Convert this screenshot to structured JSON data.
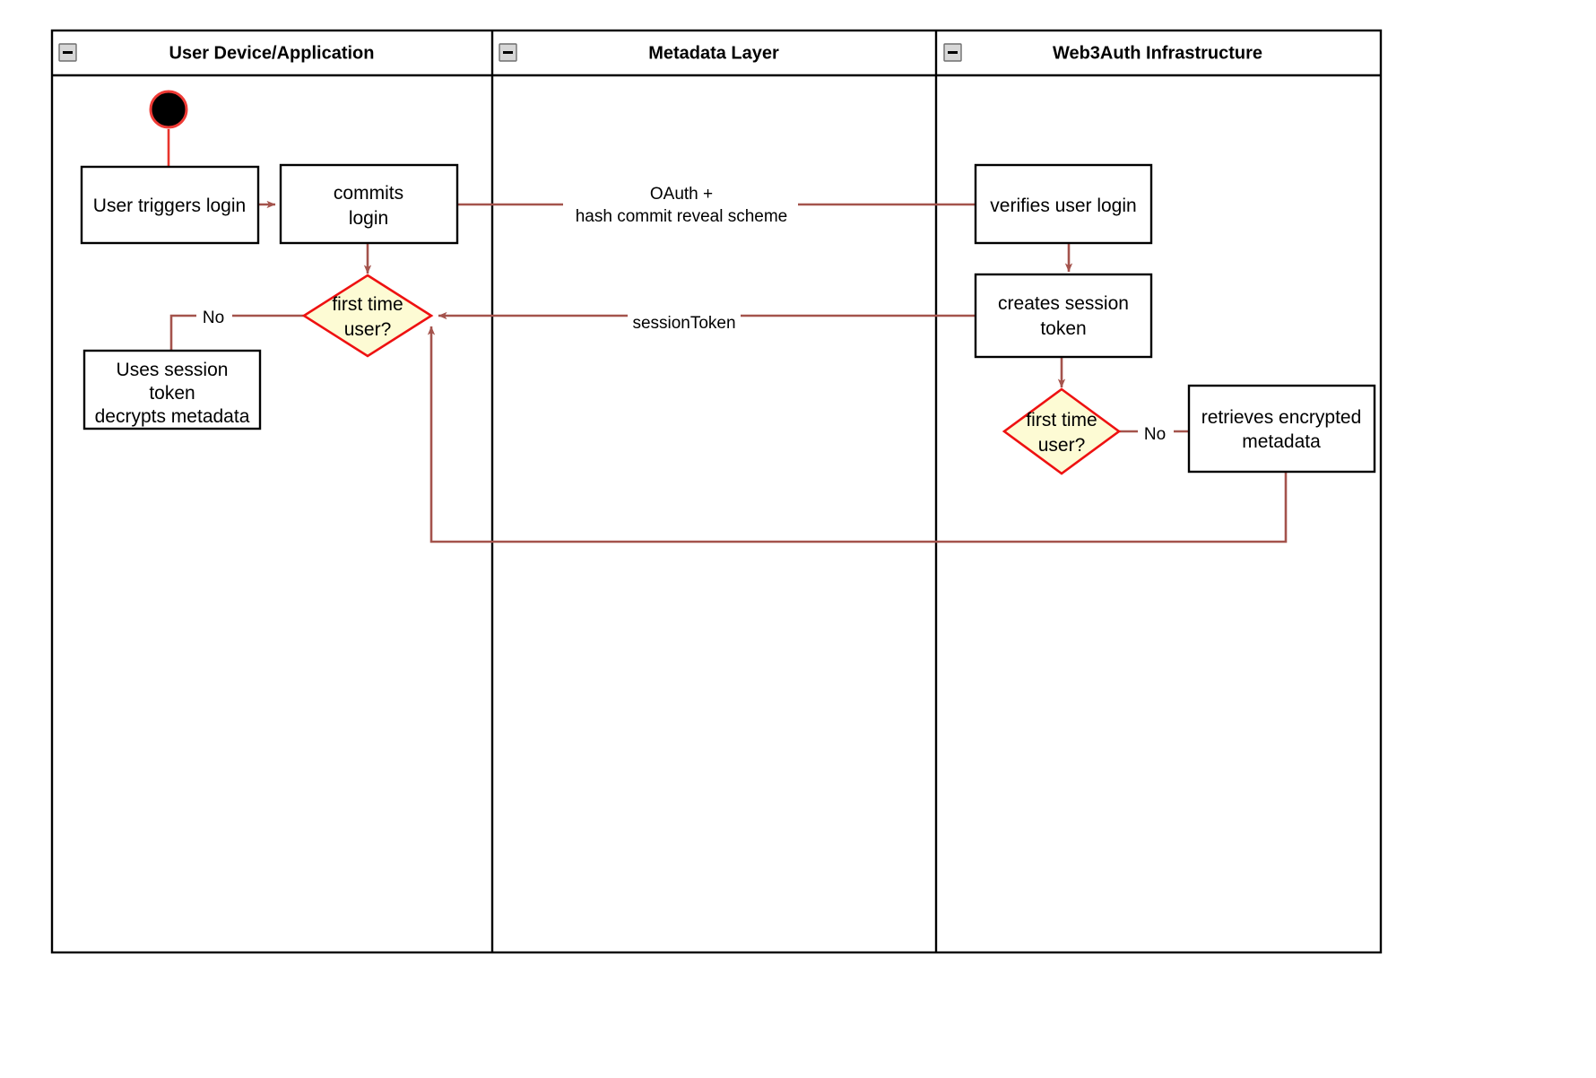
{
  "diagram": {
    "type": "uml-activity-swimlane",
    "background": "#ffffff",
    "colors": {
      "flow_arrow": "#a4534c",
      "decision_fill": "#fdfbd4",
      "decision_stroke": "#ee1111",
      "box_stroke": "#000000",
      "box_fill": "#ffffff",
      "start_node_fill": "#000000",
      "start_node_ring": "#ef3b36",
      "lane_border": "#000000",
      "collapse_icon_fill": "#d7d7d7"
    }
  },
  "lanes": [
    {
      "id": "user-device",
      "title": "User Device/Application",
      "collapse_icon": "minus-square-icon"
    },
    {
      "id": "metadata-layer",
      "title": "Metadata Layer",
      "collapse_icon": "minus-square-icon"
    },
    {
      "id": "web3auth",
      "title": "Web3Auth Infrastructure",
      "collapse_icon": "minus-square-icon"
    }
  ],
  "nodes": {
    "start": {
      "name": "start-node",
      "shape": "filled-circle",
      "label": ""
    },
    "user_triggers_login": {
      "name": "activity-user-triggers-login",
      "shape": "rectangle",
      "lines": [
        "User triggers login"
      ]
    },
    "commits_login": {
      "name": "activity-commits-login",
      "shape": "rectangle",
      "lines": [
        "commits",
        "login"
      ]
    },
    "decision_user": {
      "name": "decision-first-time-user-client",
      "shape": "diamond",
      "lines": [
        "first time",
        "user?"
      ]
    },
    "uses_session_token": {
      "name": "activity-uses-session-token",
      "shape": "rectangle",
      "lines": [
        "Uses session",
        "token",
        "decrypts metadata"
      ]
    },
    "verifies_user_login": {
      "name": "activity-verifies-user-login",
      "shape": "rectangle",
      "lines": [
        "verifies user login"
      ]
    },
    "creates_session_token": {
      "name": "activity-creates-session-token",
      "shape": "rectangle",
      "lines": [
        "creates session",
        "token"
      ]
    },
    "decision_server": {
      "name": "decision-first-time-user-server",
      "shape": "diamond",
      "lines": [
        "first time",
        "user?"
      ]
    },
    "retrieves_metadata": {
      "name": "activity-retrieves-encrypted-metadata",
      "shape": "rectangle",
      "lines": [
        "retrieves encrypted",
        "metadata"
      ]
    }
  },
  "edge_labels": {
    "oauth_line1": "OAuth +",
    "oauth_line2": "hash commit reveal scheme",
    "session_token": "sessionToken",
    "no_left": "No",
    "no_right": "No"
  }
}
